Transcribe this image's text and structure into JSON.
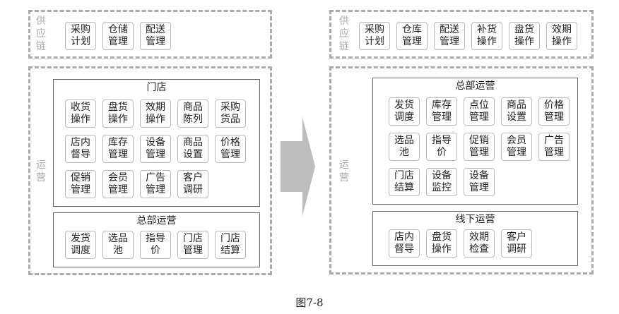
{
  "before": {
    "supply_label": "供\n应\n链",
    "supply_items": [
      "采购\n计划",
      "仓储\n管理",
      "配送\n管理"
    ],
    "ops_label": "运\n营",
    "group1": {
      "title": "门店",
      "items": [
        "收货\n操作",
        "盘货\n操作",
        "效期\n操作",
        "商品\n陈列",
        "采购\n货品",
        "店内\n督导",
        "库存\n管理",
        "设备\n管理",
        "商品\n设置",
        "价格\n管理",
        "促销\n管理",
        "会员\n管理",
        "广告\n管理",
        "客户\n调研"
      ]
    },
    "group2": {
      "title": "总部运营",
      "items": [
        "发货\n调度",
        "选品\n池",
        "指导\n价",
        "门店\n管理",
        "门店\n结算"
      ]
    }
  },
  "after": {
    "supply_label": "供\n应\n链",
    "supply_items": [
      "采购\n计划",
      "仓库\n管理",
      "配送\n管理",
      "补货\n操作",
      "盘货\n操作",
      "效期\n操作"
    ],
    "ops_label": "运\n营",
    "group1": {
      "title": "总部运营",
      "items": [
        "发货\n调度",
        "库存\n管理",
        "点位\n管理",
        "商品\n设置",
        "价格\n管理",
        "选品\n池",
        "指导\n价",
        "促销\n管理",
        "会员\n管理",
        "广告\n管理",
        "门店\n结算",
        "设备\n监控",
        "设备\n管理"
      ]
    },
    "group2": {
      "title": "线下运营",
      "items": [
        "店内\n督导",
        "盘货\n操作",
        "效期\n检查",
        "客户\n调研"
      ]
    }
  },
  "caption": "图7-8"
}
